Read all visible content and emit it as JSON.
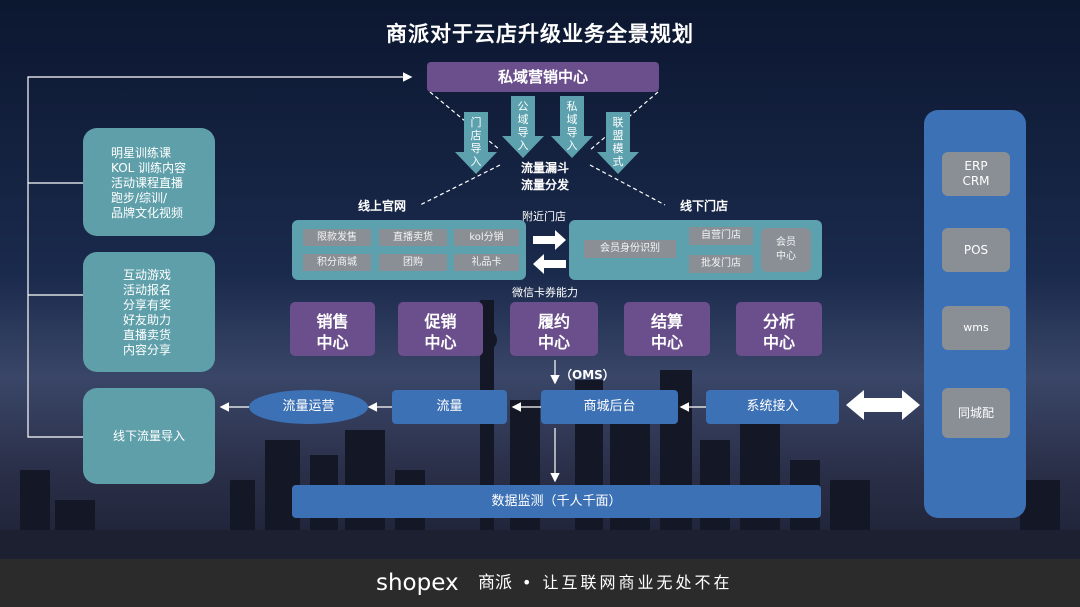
{
  "title": "商派对于云店升级业务全景规划",
  "private_domain": "私域营销中心",
  "funnel_arrows": [
    "门店导入",
    "公域导入",
    "私域导入",
    "联盟模式"
  ],
  "funnel_center": [
    "流量漏斗",
    "流量分发"
  ],
  "online_label": "线上官网",
  "offline_label": "线下门店",
  "nearby_store": "附近门店",
  "wechat_coupon": "微信卡券能力",
  "online_items": [
    "限款发售",
    "直播卖货",
    "kol分销",
    "积分商城",
    "团购",
    "礼品卡"
  ],
  "offline_items": {
    "member_id": "会员身份识别",
    "own_store": "自营门店",
    "wholesale_store": "批发门店",
    "member_center": "会员中心"
  },
  "left_cards": {
    "card1": [
      "明星训练课",
      "KOL 训练内容",
      "活动课程直播",
      "跑步/综训/",
      "品牌文化视频"
    ],
    "card2": [
      "互动游戏",
      "活动报名",
      "分享有奖",
      "好友助力",
      "直播卖货",
      "内容分享"
    ],
    "card3": "线下流量导入"
  },
  "centers": [
    "销售中心",
    "促销中心",
    "履约中心",
    "结算中心",
    "分析中心"
  ],
  "oms": "（OMS）",
  "flow_row": {
    "traffic_ops": "流量运营",
    "traffic": "流量",
    "mall_backend": "商城后台",
    "system_access": "系统接入"
  },
  "data_monitor": "数据监测（千人千面）",
  "systems": [
    "ERP CRM",
    "POS",
    "wms",
    "同城配"
  ],
  "footer": {
    "brand": "shopex",
    "brand_cn": "商派",
    "slogan": "• 让互联网商业无处不在"
  }
}
